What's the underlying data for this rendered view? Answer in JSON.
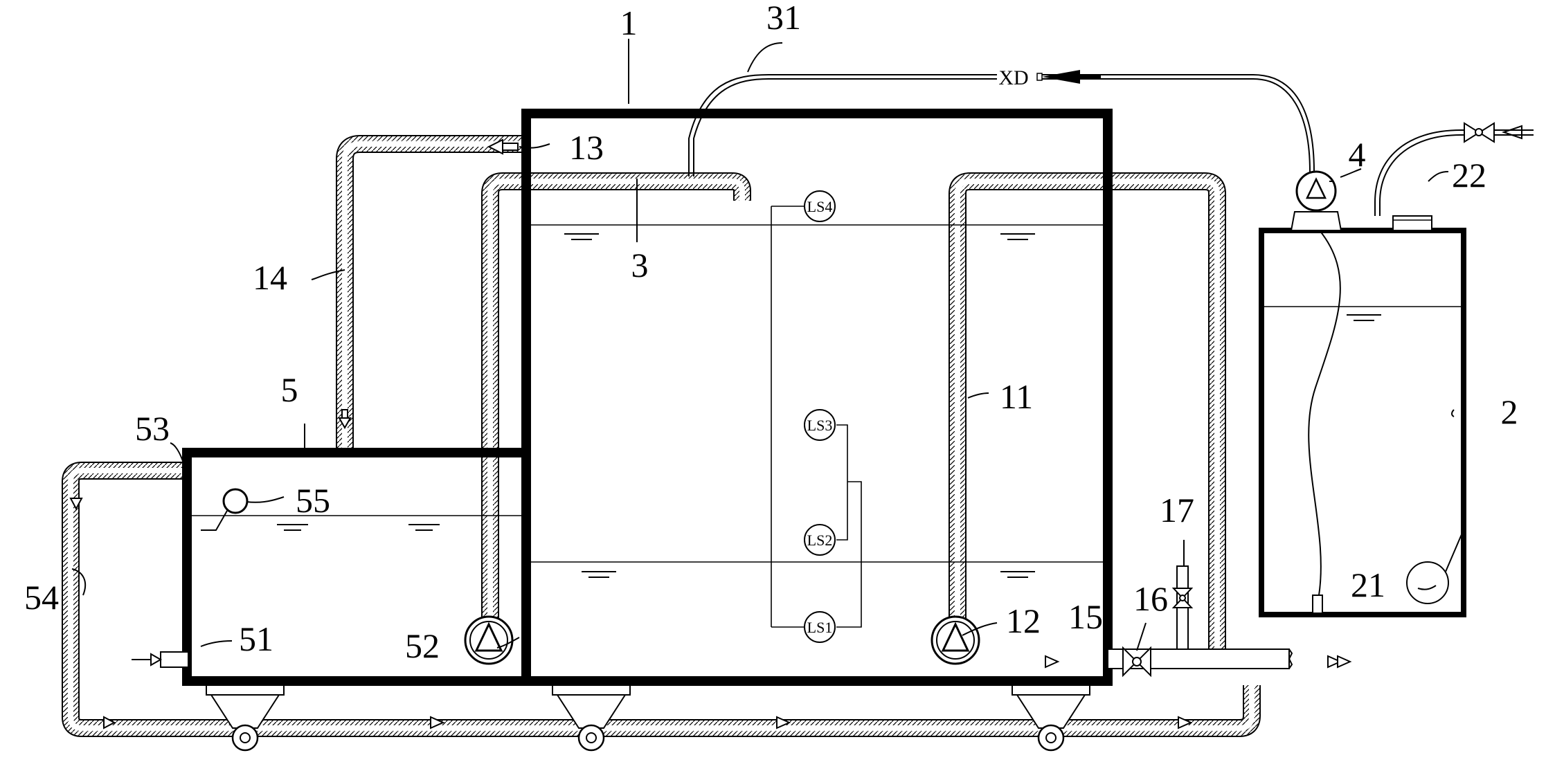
{
  "labels": {
    "l1": "1",
    "l2": "2",
    "l3": "3",
    "l4": "4",
    "l5": "5",
    "l11": "11",
    "l12": "12",
    "l13": "13",
    "l14": "14",
    "l15": "15",
    "l16": "16",
    "l17": "17",
    "l21": "21",
    "l22": "22",
    "l31": "31",
    "l51": "51",
    "l52": "52",
    "l53": "53",
    "l54": "54",
    "l55": "55"
  },
  "sensors": {
    "ls1": "LS1",
    "ls2": "LS2",
    "ls3": "LS3",
    "ls4": "LS4"
  },
  "xd": "XD",
  "colors": {
    "line": "#000000",
    "background": "#ffffff"
  }
}
